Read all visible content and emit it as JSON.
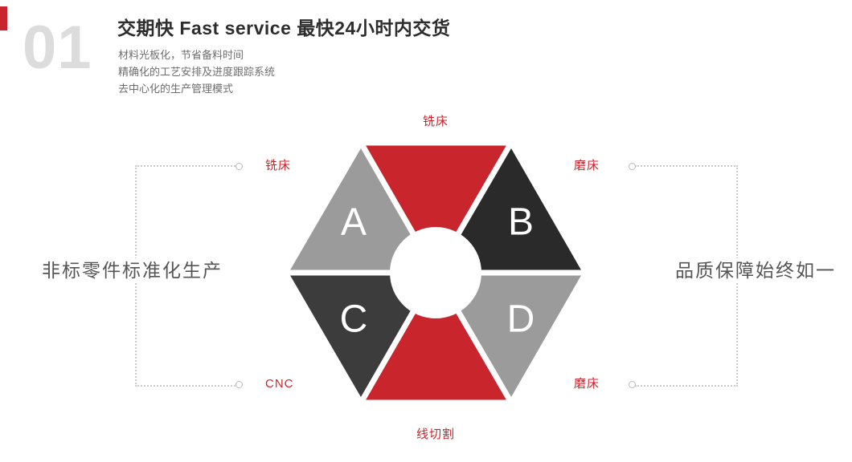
{
  "header": {
    "number": "01",
    "title": "交期快  Fast service 最快24小时内交货",
    "bullets": [
      "材料光板化，节省备料时间",
      "精确化的工艺安排及进度跟踪系统",
      "去中心化的生产管理模式"
    ]
  },
  "diagram": {
    "top_label": "铣床",
    "bottom_label": "线切割",
    "left_top_label": "铣床",
    "left_bottom_label": "CNC",
    "right_top_label": "磨床",
    "right_bottom_label": "磨床",
    "left_caption": "非标零件标准化生产",
    "right_caption": "品质保障始终如一",
    "segments": {
      "top": {
        "letter": "",
        "color": "#c9252d"
      },
      "top_right": {
        "letter": "B",
        "color": "#2a2a2a"
      },
      "bottom_right": {
        "letter": "D",
        "color": "#9b9b9b"
      },
      "bottom": {
        "letter": "",
        "color": "#c9252d"
      },
      "bottom_left": {
        "letter": "C",
        "color": "#3c3c3c"
      },
      "top_left": {
        "letter": "A",
        "color": "#9b9b9b"
      }
    }
  },
  "colors": {
    "accent_red": "#c9252d",
    "number_gray": "#dcdcdc",
    "title_dark": "#2d2d2d",
    "caption_gray": "#555555",
    "dotted_line": "#cccccc"
  }
}
